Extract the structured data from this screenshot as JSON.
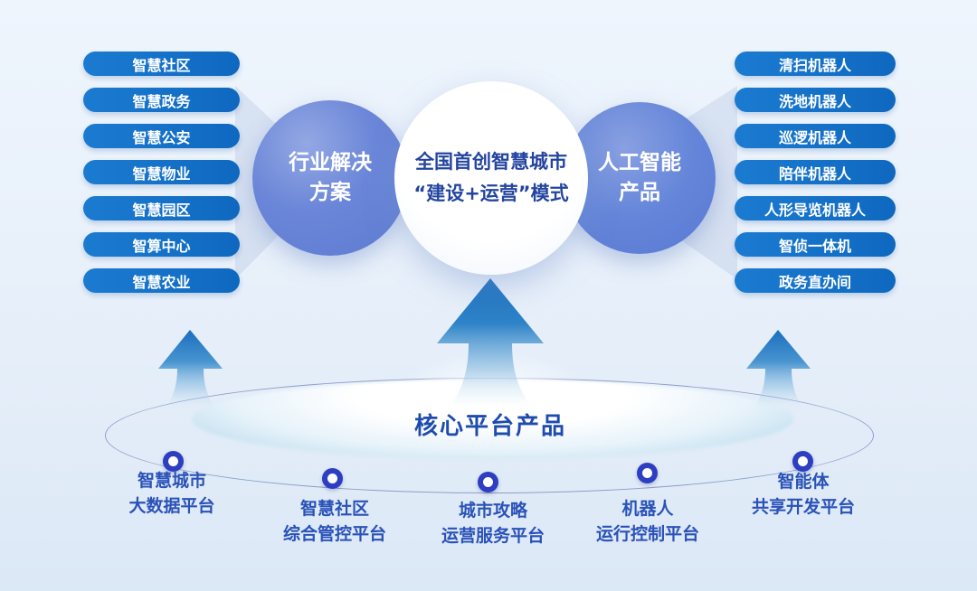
{
  "colors": {
    "background_light_blue": "#e8f0fa",
    "pill_blue": "#1371c6",
    "side_circle_blue": "#6485d9",
    "center_circle_white": "#ffffff",
    "dark_blue_text": "#24459f",
    "platform_title_blue": "#1d4cae",
    "platform_item_blue": "#2a52b8",
    "arrow_blue": "#1a6ebe",
    "node_dot_ring": "#2d3ec2"
  },
  "left_pills": {
    "items": [
      "智慧社区",
      "智慧政务",
      "智慧公安",
      "智慧物业",
      "智慧园区",
      "智算中心",
      "智慧农业"
    ]
  },
  "right_pills": {
    "items": [
      "清扫机器人",
      "洗地机器人",
      "巡逻机器人",
      "陪伴机器人",
      "人形导览机器人",
      "智侦一体机",
      "政务直办间"
    ]
  },
  "circles": {
    "industry": {
      "line1": "行业解决",
      "line2": "方案"
    },
    "center": {
      "line1": "全国首创智慧城市",
      "line2": "“建设+运营”模式"
    },
    "ai": {
      "line1": "人工智能",
      "line2": "产品"
    }
  },
  "platform": {
    "title": "核心平台产品",
    "items": [
      {
        "line1": "智慧城市",
        "line2": "大数据平台"
      },
      {
        "line1": "智慧社区",
        "line2": "综合管控平台"
      },
      {
        "line1": "城市攻略",
        "line2": "运营服务平台"
      },
      {
        "line1": "机器人",
        "line2": "运行控制平台"
      },
      {
        "line1": "智能体",
        "line2": "共享开发平台"
      }
    ]
  }
}
